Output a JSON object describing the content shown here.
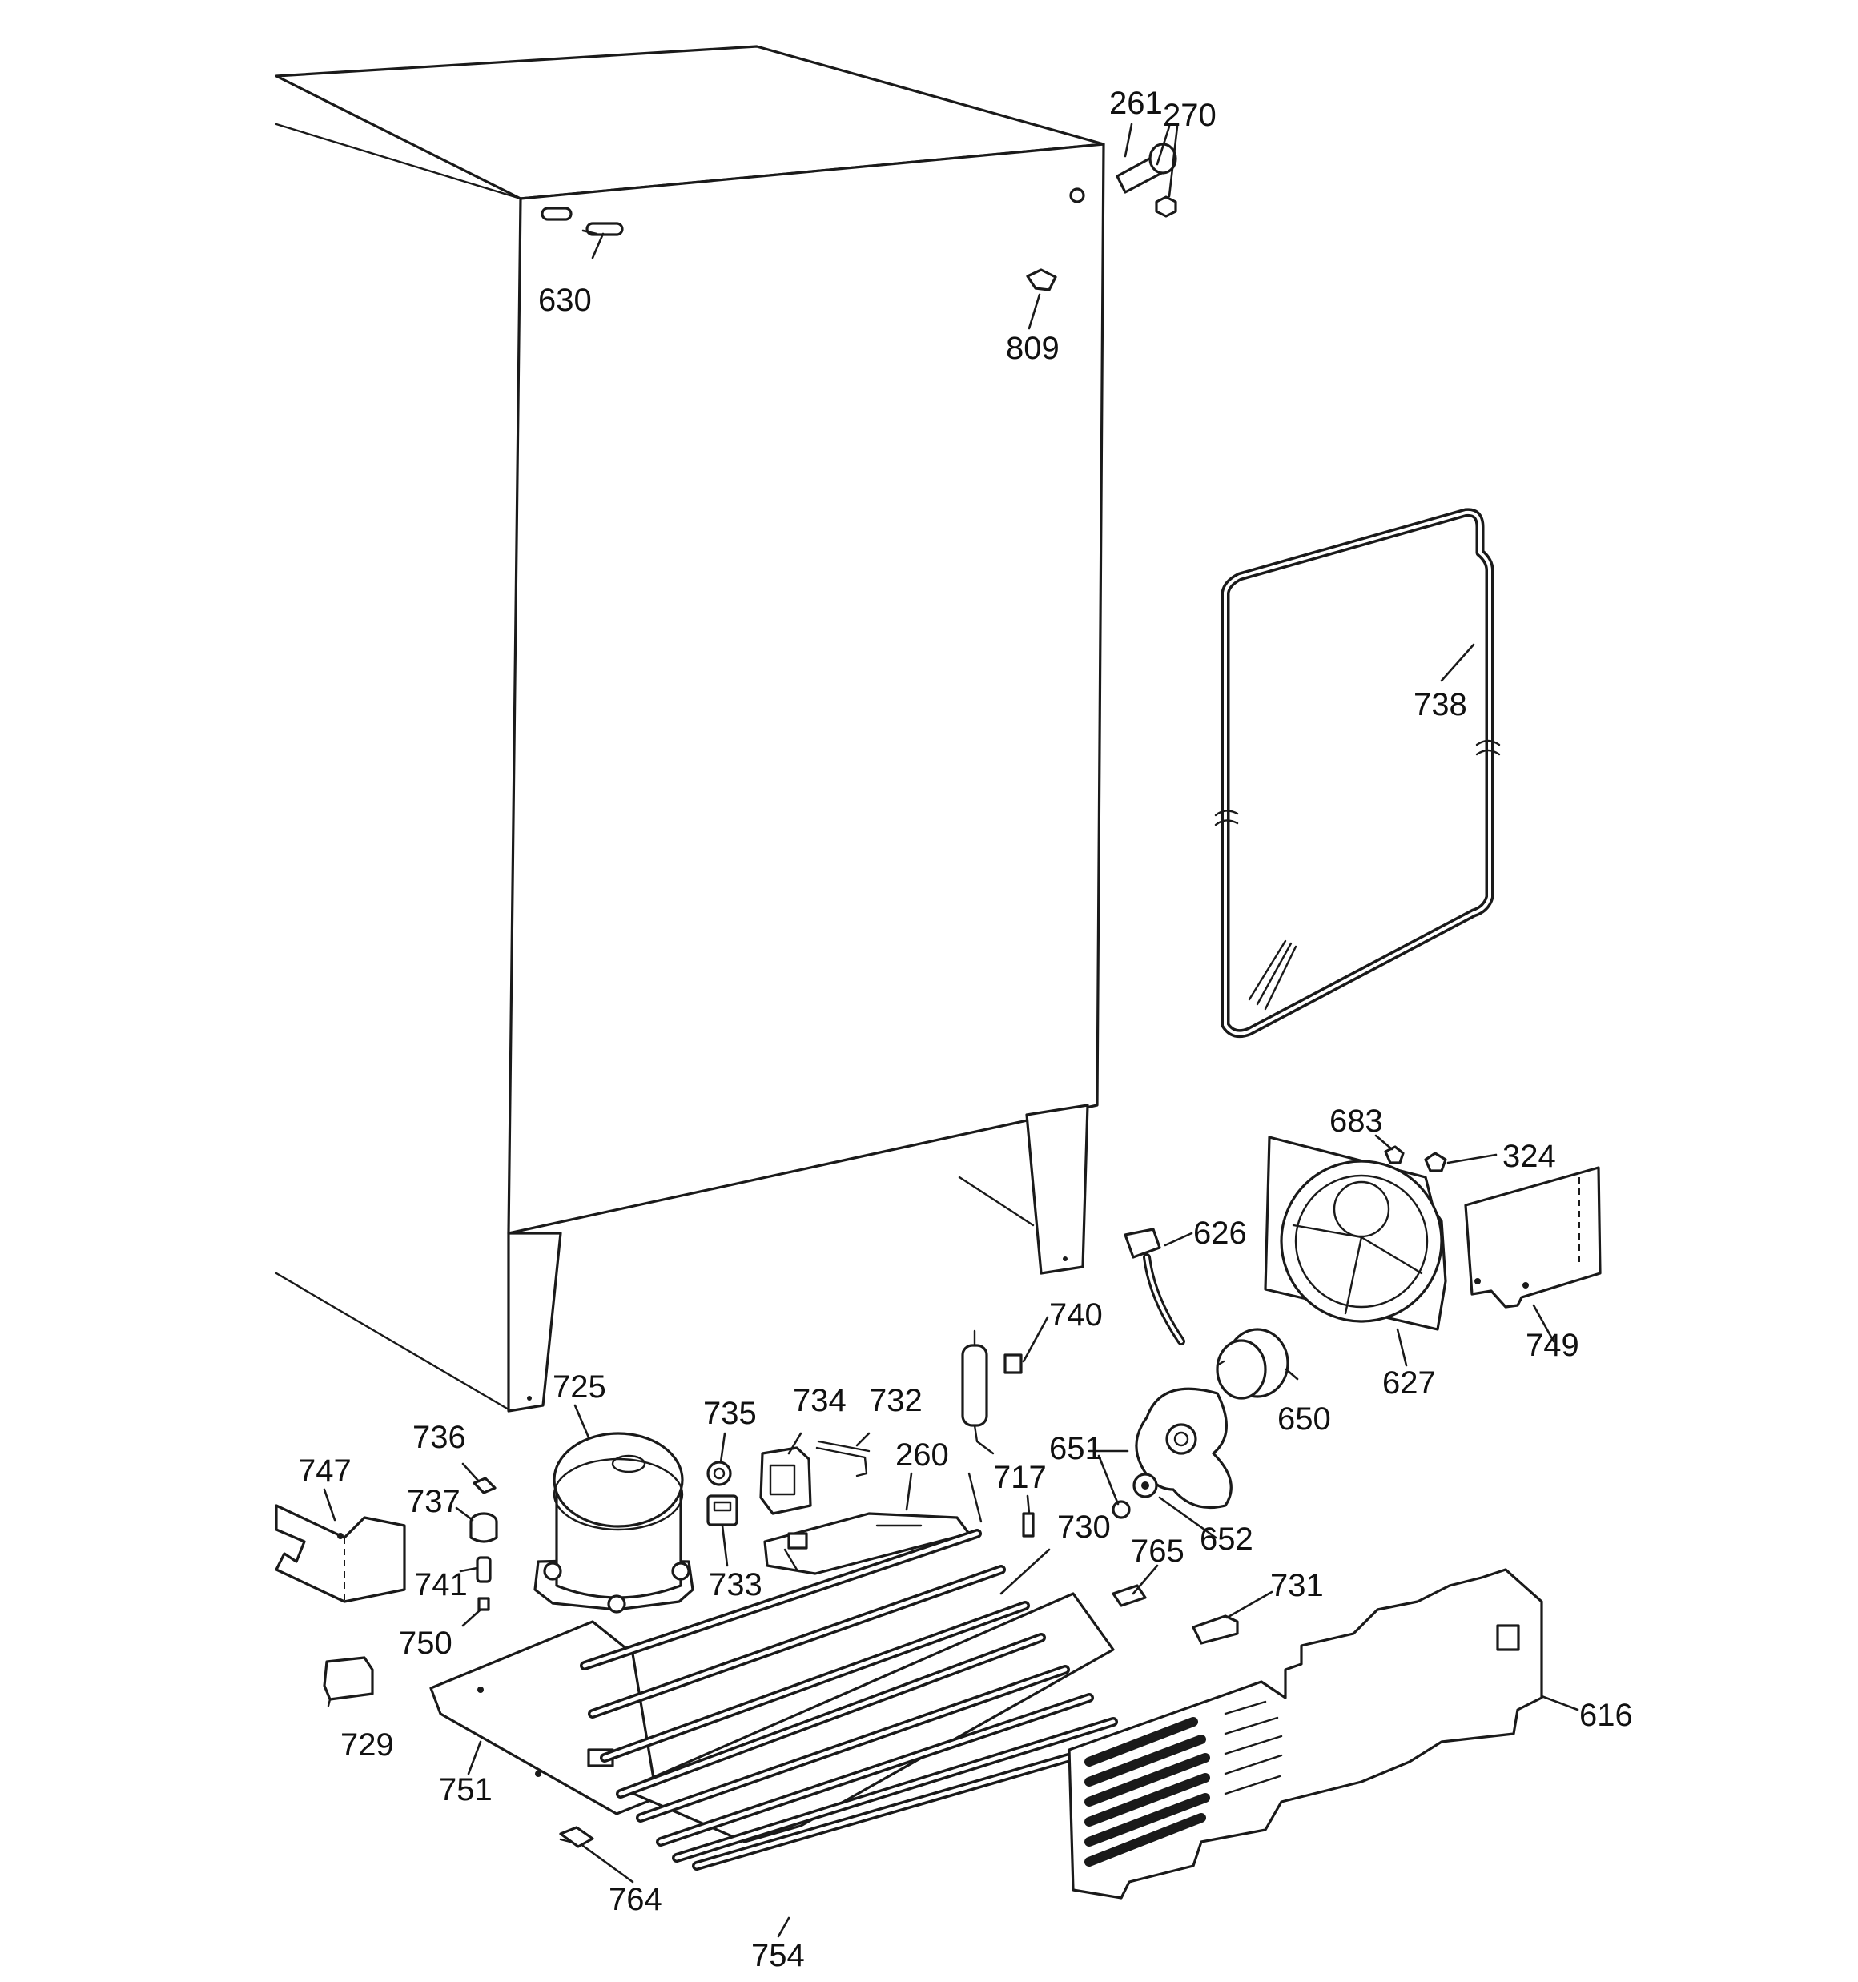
{
  "callouts": [
    {
      "id": "p261",
      "label": "261"
    },
    {
      "id": "p270",
      "label": "270"
    },
    {
      "id": "p630",
      "label": "630"
    },
    {
      "id": "p809",
      "label": "809"
    },
    {
      "id": "p738",
      "label": "738"
    },
    {
      "id": "p683",
      "label": "683"
    },
    {
      "id": "p324",
      "label": "324"
    },
    {
      "id": "p626",
      "label": "626"
    },
    {
      "id": "p627",
      "label": "627"
    },
    {
      "id": "p749",
      "label": "749"
    },
    {
      "id": "p650",
      "label": "650"
    },
    {
      "id": "p740",
      "label": "740"
    },
    {
      "id": "p725",
      "label": "725"
    },
    {
      "id": "p735",
      "label": "735"
    },
    {
      "id": "p734",
      "label": "734"
    },
    {
      "id": "p732",
      "label": "732"
    },
    {
      "id": "p260",
      "label": "260"
    },
    {
      "id": "p736",
      "label": "736"
    },
    {
      "id": "p747",
      "label": "747"
    },
    {
      "id": "p737",
      "label": "737"
    },
    {
      "id": "p651",
      "label": "651"
    },
    {
      "id": "p717",
      "label": "717"
    },
    {
      "id": "p730",
      "label": "730"
    },
    {
      "id": "p652",
      "label": "652"
    },
    {
      "id": "p733",
      "label": "733"
    },
    {
      "id": "p741",
      "label": "741"
    },
    {
      "id": "p765",
      "label": "765"
    },
    {
      "id": "p731",
      "label": "731"
    },
    {
      "id": "p750",
      "label": "750"
    },
    {
      "id": "p616",
      "label": "616"
    },
    {
      "id": "p729",
      "label": "729"
    },
    {
      "id": "p751",
      "label": "751"
    },
    {
      "id": "p764",
      "label": "764"
    },
    {
      "id": "p754",
      "label": "754"
    }
  ]
}
